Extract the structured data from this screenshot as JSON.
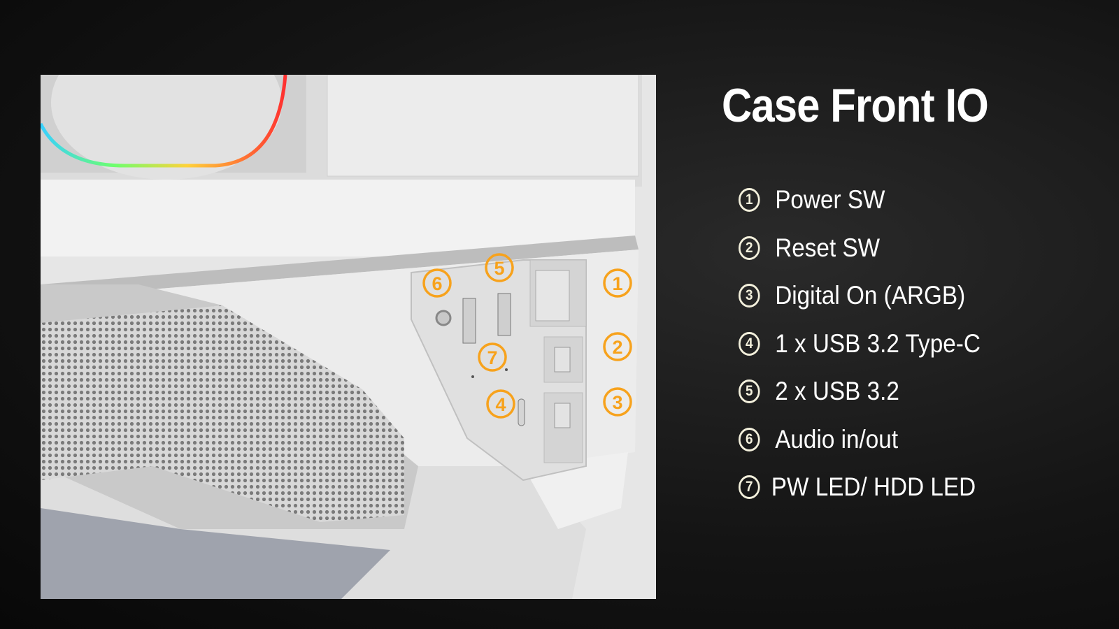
{
  "title": "Case Front IO",
  "items": [
    {
      "num": "1",
      "label": "Power SW"
    },
    {
      "num": "2",
      "label": "Reset SW"
    },
    {
      "num": "3",
      "label": "Digital On (ARGB)"
    },
    {
      "num": "4",
      "label": "1 x USB 3.2 Type-C"
    },
    {
      "num": "5",
      "label": "2 x USB 3.2"
    },
    {
      "num": "6",
      "label": "Audio in/out"
    },
    {
      "num": "7",
      "label": "PW LED/ HDD LED"
    }
  ],
  "photo_markers": [
    "1",
    "2",
    "3",
    "4",
    "5",
    "6",
    "7"
  ],
  "colors": {
    "marker": "#f7a21c",
    "list_circle": "#f3f0dc"
  }
}
